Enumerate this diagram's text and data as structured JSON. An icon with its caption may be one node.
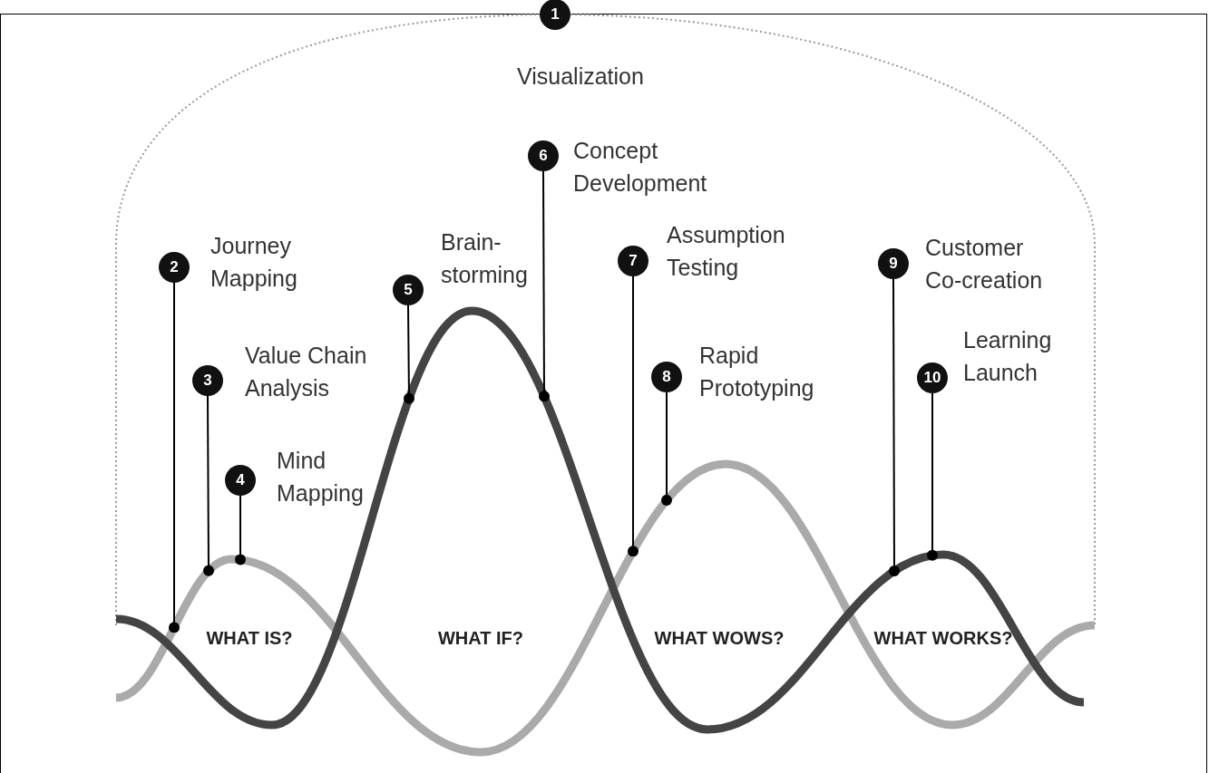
{
  "diagram": {
    "nodes": [
      {
        "text": [
          "1"
        ],
        "beside": [
          "Visualization"
        ]
      },
      {
        "text": [
          "2"
        ],
        "beside": [
          "Journey Mapping"
        ]
      },
      {
        "text": [
          "3"
        ],
        "beside": [
          "Value Chain Analysis"
        ]
      },
      {
        "text": [
          "4"
        ],
        "beside": [
          "Mind Mapping"
        ]
      },
      {
        "text": [
          "5"
        ],
        "beside": [
          "Brain-storming"
        ]
      },
      {
        "text": [
          "6"
        ],
        "beside": [
          "Concept Development"
        ]
      },
      {
        "text": [
          "7"
        ],
        "beside": [
          "Assumption Testing"
        ]
      },
      {
        "text": [
          "8"
        ],
        "beside": [
          "Rapid Prototyping"
        ]
      },
      {
        "text": [
          "9"
        ],
        "beside": [
          "Customer Co-creation"
        ]
      },
      {
        "text": [
          "10"
        ],
        "beside": [
          "Learning Launch"
        ]
      }
    ],
    "edges": [
      {
        "from": 1,
        "to": null,
        "arrow": "other"
      },
      {
        "from": 2,
        "to": null,
        "arrow": "other"
      },
      {
        "from": 3,
        "to": null,
        "arrow": "other"
      },
      {
        "from": 4,
        "to": null,
        "arrow": "other"
      },
      {
        "from": 5,
        "to": null,
        "arrow": "other"
      },
      {
        "from": 6,
        "to": null,
        "arrow": "other"
      },
      {
        "from": 7,
        "to": null,
        "arrow": "other"
      },
      {
        "from": 8,
        "to": null,
        "arrow": "other"
      },
      {
        "from": 9,
        "to": null,
        "arrow": "other"
      }
    ],
    "labels": [
      "WHAT IS?",
      "WHAT IF?",
      "WHAT WOWS?",
      "WHAT WORKS?"
    ]
  }
}
